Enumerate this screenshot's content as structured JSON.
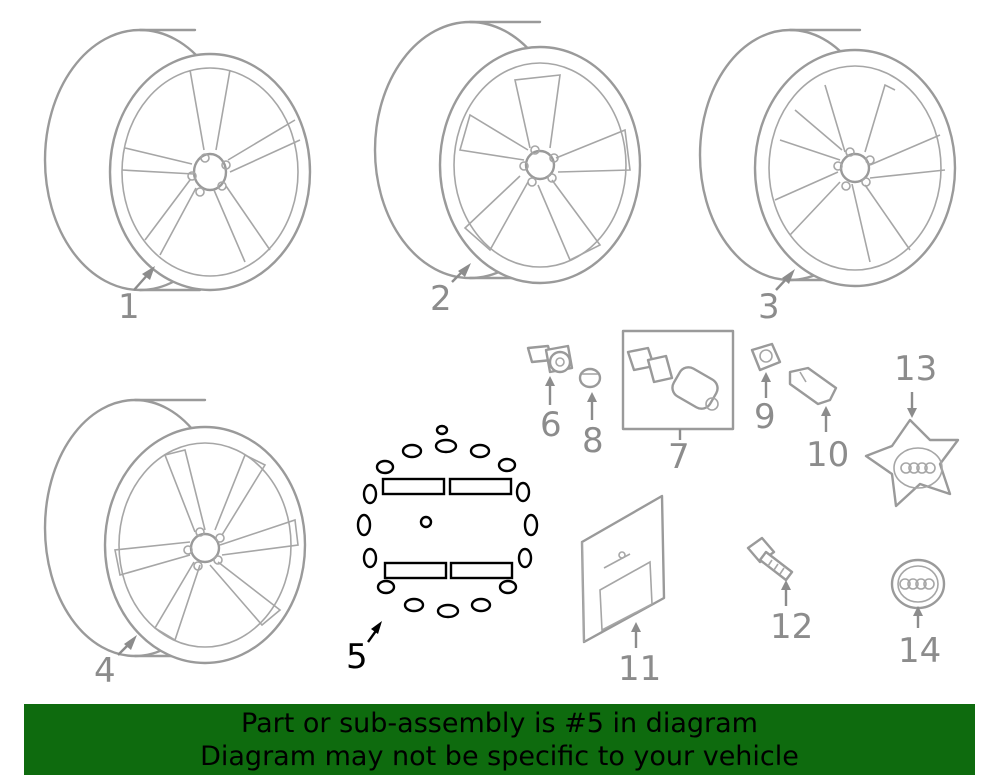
{
  "banner": {
    "line1": "Part or sub-assembly is #5 in diagram",
    "line2": "Diagram may not be specific to your vehicle",
    "color": "#0e6b0e"
  },
  "callouts": {
    "c1": "1",
    "c2": "2",
    "c3": "3",
    "c4": "4",
    "c5": "5",
    "c6": "6",
    "c7": "7",
    "c8": "8",
    "c9": "9",
    "c10": "10",
    "c11": "11",
    "c12": "12",
    "c13": "13",
    "c14": "14"
  },
  "highlight_color": "#000000",
  "line_color": "#9a9a9a"
}
